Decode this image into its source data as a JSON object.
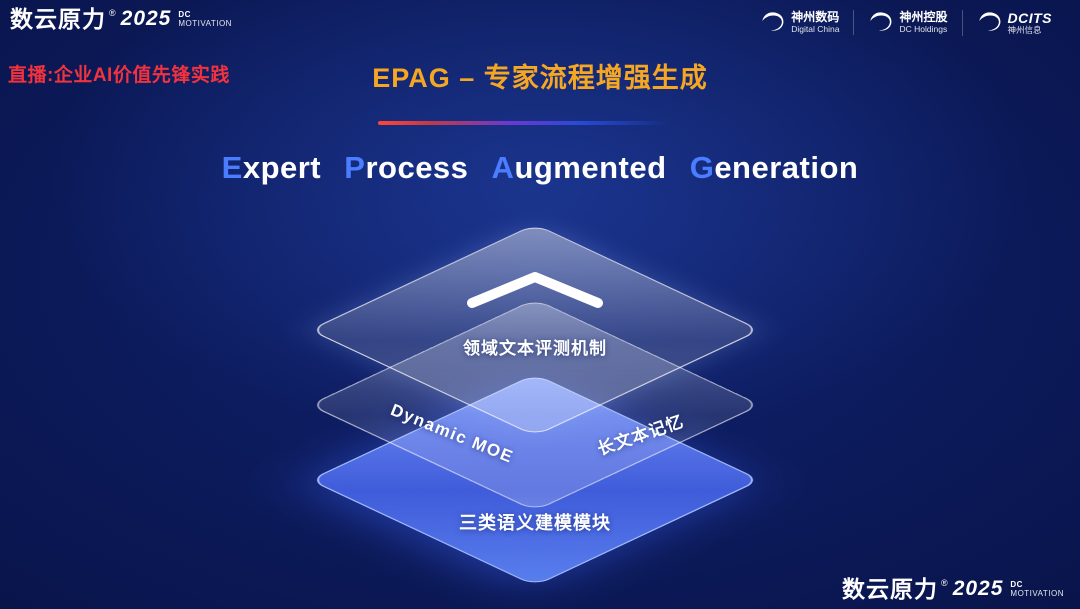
{
  "brand": {
    "name": "数云原力",
    "reg": "®",
    "year": "2025",
    "dc": "DC",
    "motivation": "MOTIVATION"
  },
  "header": {
    "live_label": "直播:企业AI价值先锋实践",
    "slide_title": "EPAG – 专家流程增强生成",
    "logos": [
      {
        "line1": "神州数码",
        "line2": "Digital China"
      },
      {
        "line1": "神州控股",
        "line2": "DC Holdings"
      },
      {
        "line1": "DCITS",
        "line2": "神州信息"
      }
    ]
  },
  "main": {
    "headline_words": [
      {
        "first": "E",
        "rest": "xpert"
      },
      {
        "first": "P",
        "rest": "rocess"
      },
      {
        "first": "A",
        "rest": "ugmented"
      },
      {
        "first": "G",
        "rest": "eneration"
      }
    ],
    "stack_layers": {
      "top_label": "领域文本评测机制",
      "middle_left_label": "Dynamic MOE",
      "middle_right_label": "长文本记忆",
      "bottom_label": "三类语义建模模块"
    }
  },
  "colors": {
    "background": "#0a1650",
    "title_gold": "#f5a623",
    "live_red": "#f0333f",
    "headline_accent_blue": "#4a7dff",
    "bottom_layer_blue": "#5a7bf0"
  }
}
